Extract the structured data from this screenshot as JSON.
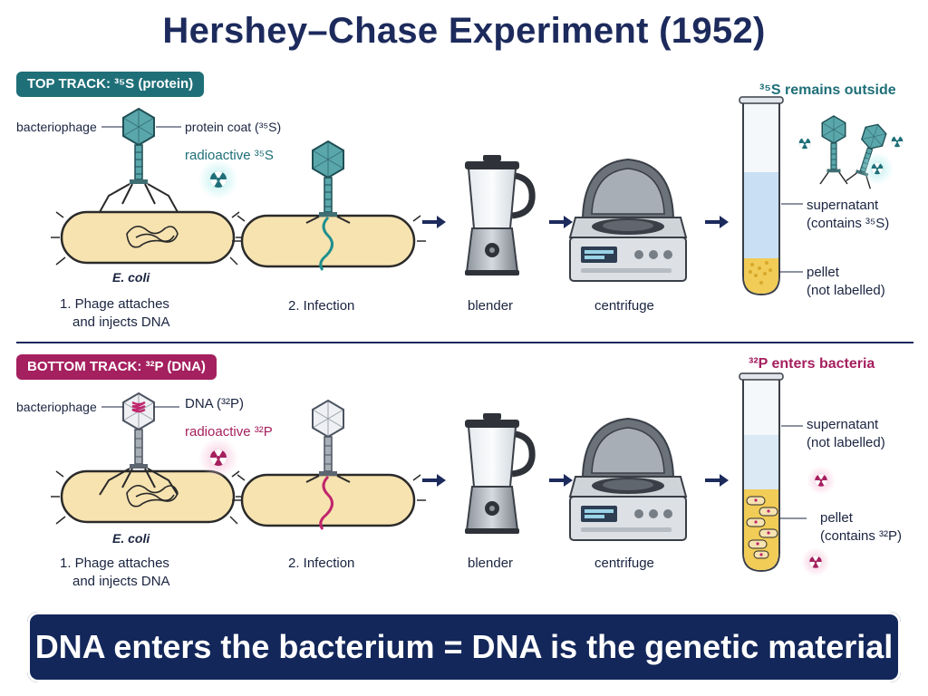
{
  "title": "Hershey–Chase Experiment (1952)",
  "top": {
    "badge": "TOP TRACK: ³⁵S (protein)",
    "bacteriophage": "bacteriophage",
    "protein_coat": "protein coat (³⁵S)",
    "radioactive": "radioactive ³⁵S",
    "ecoli": "E. coli",
    "step1_line1": "1. Phage attaches",
    "step1_line2": "and injects DNA",
    "step2": "2. Infection",
    "blender": "blender",
    "centrifuge": "centrifuge",
    "result_heading": "³⁵S remains outside",
    "supernatant_line1": "supernatant",
    "supernatant_line2": "(contains ³⁵S)",
    "pellet_line1": "pellet",
    "pellet_line2": "(not labelled)"
  },
  "bottom": {
    "badge": "BOTTOM TRACK: ³²P (DNA)",
    "bacteriophage": "bacteriophage",
    "dna_label": "DNA (³²P)",
    "radioactive": "radioactive ³²P",
    "ecoli": "E. coli",
    "step1_line1": "1. Phage attaches",
    "step1_line2": "and injects DNA",
    "step2": "2. Infection",
    "blender": "blender",
    "centrifuge": "centrifuge",
    "result_heading": "³²P enters bacteria",
    "supernatant_line1": "supernatant",
    "supernatant_line2": "(not labelled)",
    "pellet_line1": "pellet",
    "pellet_line2": "(contains ³²P)"
  },
  "conclusion": "DNA enters the bacterium = DNA is the genetic material",
  "colors": {
    "navy": "#1c2a5c",
    "teal": "#1f6f78",
    "magenta": "#a5205f",
    "cell_fill": "#f7e3b0",
    "cell_stroke": "#2a2a2a"
  },
  "icons": [
    "bacteriophage-icon",
    "ecoli-cell-icon",
    "radiation-icon",
    "blender-icon",
    "centrifuge-icon",
    "test-tube-icon",
    "arrow-right-icon"
  ]
}
